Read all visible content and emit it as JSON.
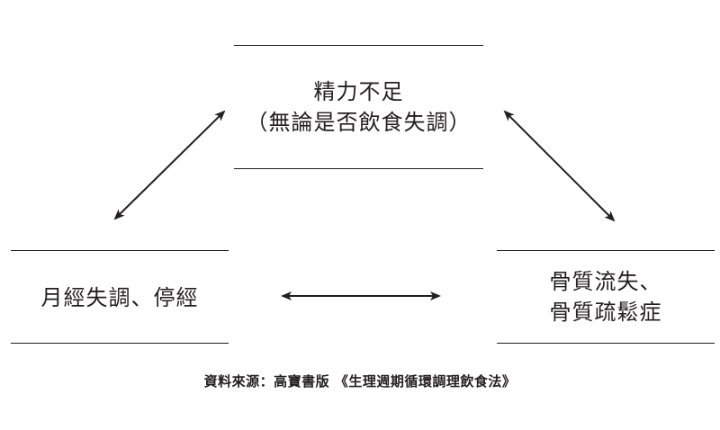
{
  "nodes": {
    "top": {
      "line1": "精力不足",
      "line2": "（無論是否飲食失調）"
    },
    "left": {
      "line1": "月經失調、停經"
    },
    "right": {
      "line1": "骨質流失、",
      "line2": "骨質疏鬆症"
    }
  },
  "source": "資料來源：高寶書版 《生理週期循環調理飲食法》",
  "colors": {
    "ink": "#231f20"
  },
  "edges": [
    {
      "from": "top",
      "to": "left",
      "style": "double-arrow"
    },
    {
      "from": "top",
      "to": "right",
      "style": "double-arrow"
    },
    {
      "from": "left",
      "to": "right",
      "style": "double-arrow"
    }
  ]
}
